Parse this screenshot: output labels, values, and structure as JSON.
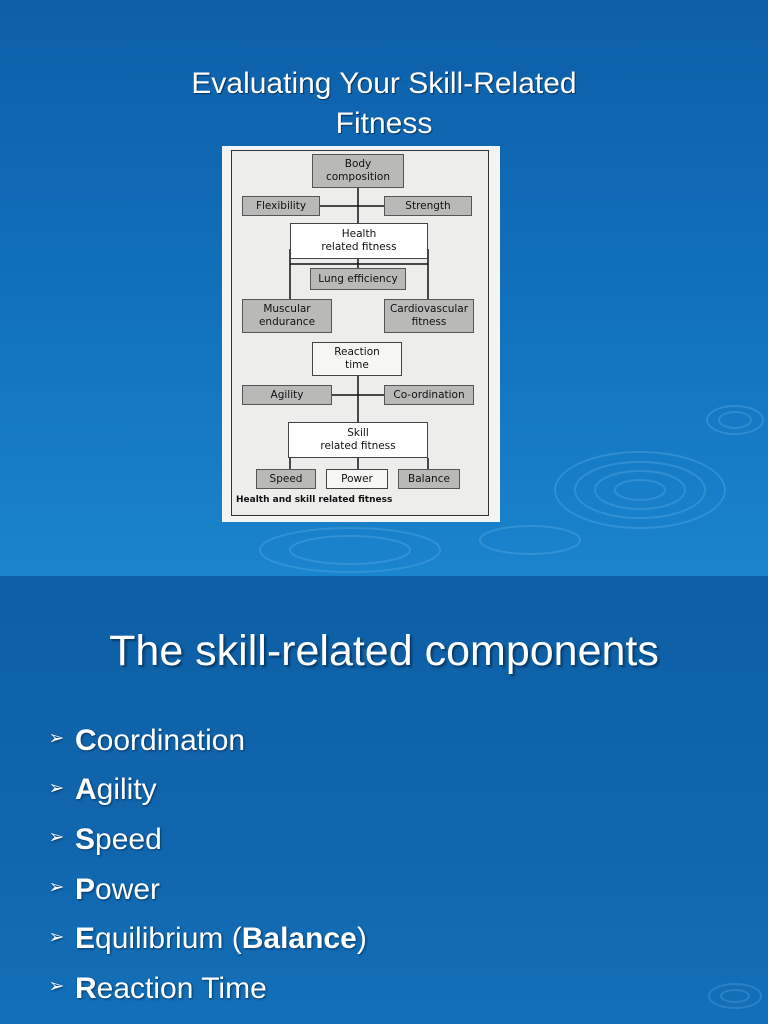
{
  "slide1": {
    "title_line1": "Evaluating Your Skill-Related",
    "title_line2": "Fitness",
    "diagram": {
      "body_composition": [
        "Body",
        "composition"
      ],
      "flexibility": "Flexibility",
      "strength": "Strength",
      "health_fitness": [
        "Health",
        "related fitness"
      ],
      "lung_efficiency": "Lung efficiency",
      "muscular_endurance": [
        "Muscular",
        "endurance"
      ],
      "cardiovascular_fitness": [
        "Cardiovascular",
        "fitness"
      ],
      "reaction_time": [
        "Reaction",
        "time"
      ],
      "agility": "Agility",
      "coordination": "Co-ordination",
      "skill_fitness": [
        "Skill",
        "related fitness"
      ],
      "speed": "Speed",
      "power": "Power",
      "balance": "Balance",
      "caption": "Health and skill related fitness"
    }
  },
  "slide2": {
    "title": "The skill-related components",
    "bullet_icon": "arrowhead-icon",
    "bullets": [
      {
        "initial": "C",
        "rest": "oordination"
      },
      {
        "initial": "A",
        "rest": "gility"
      },
      {
        "initial": "S",
        "rest": "peed"
      },
      {
        "initial": "P",
        "rest": "ower"
      },
      {
        "initial": "E",
        "rest": "quilibrium (",
        "bold": "Balance",
        "tail": ")"
      },
      {
        "initial": "R",
        "rest": "eaction Time"
      }
    ]
  },
  "colors": {
    "background": "#0f63a9",
    "text": "#ffffff",
    "diagram_box": "#b9b9b7"
  }
}
